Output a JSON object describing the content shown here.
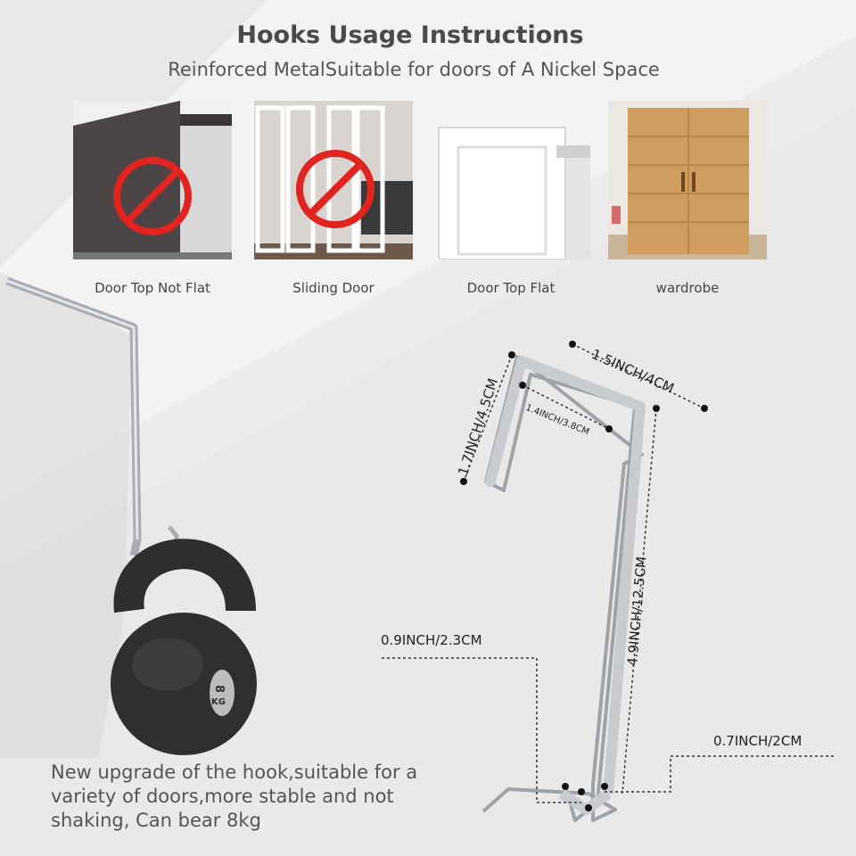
{
  "header": {
    "title": "Hooks Usage Instructions",
    "subtitle": "Reinforced MetalSuitable for doors of A Nickel Space"
  },
  "usage_panels": [
    {
      "caption": "Door Top Not Flat",
      "status": "not-suitable",
      "icon": "prohibited-icon"
    },
    {
      "caption": "Sliding Door",
      "status": "not-suitable",
      "icon": "prohibited-icon"
    },
    {
      "caption": "Door Top Flat",
      "status": "suitable"
    },
    {
      "caption": "wardrobe",
      "status": "suitable"
    }
  ],
  "kettlebell": {
    "weight_label": "8",
    "unit_label": "KG"
  },
  "description": "New upgrade of the hook,suitable for a variety of doors,more stable and not shaking, Can bear 8kg",
  "dimensions": {
    "top_width": "1.5INCH/4CM",
    "inner_width": "1.4INCH/3.8CM",
    "front_height": "1.7INCH/4.5CM",
    "total_height": "4.9INCH/12.5CM",
    "bottom_hook_left": "0.9INCH/2.3CM",
    "bottom_hook_right": "0.7INCH/2CM"
  },
  "colors": {
    "accent_red": "#e0241f",
    "text": "#555555",
    "background": "#e9e9e9",
    "metal": "#b8bcc2"
  }
}
